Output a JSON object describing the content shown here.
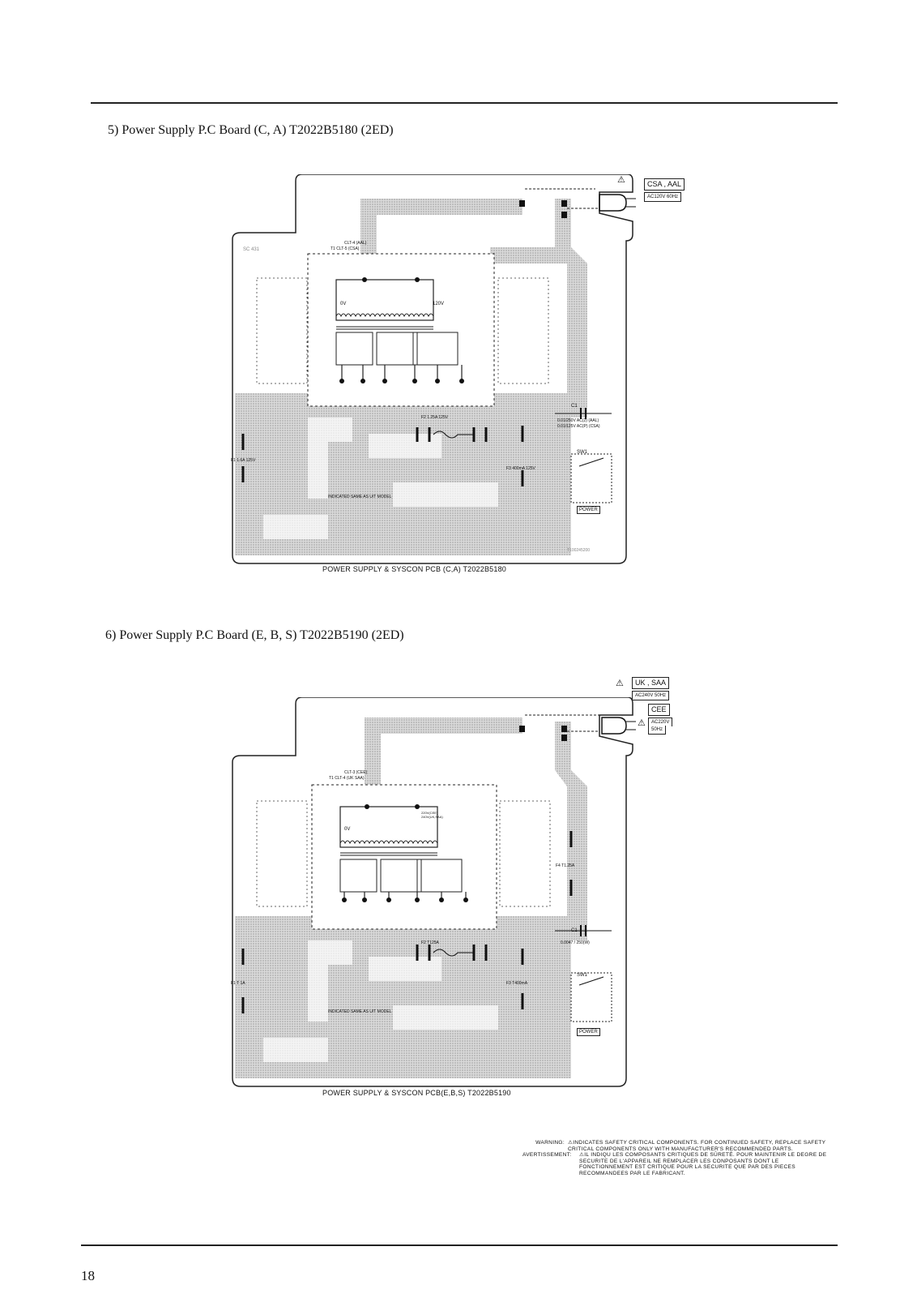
{
  "section5": {
    "heading": "5) Power Supply P.C Board (C, A) T2022B5180 (2ED)",
    "caption": "POWER SUPPLY & SYSCON PCB (C,A)  T2022B5180",
    "plug_label": "CSA , AAL",
    "voltage_label": "AC120V  60Hz",
    "transformer_ref": "CLT-4 (AAL)",
    "transformer_ref2": "T1  CLT-5 (CSA)",
    "winding_left": "0V",
    "winding_right": "120V",
    "fuse_left": "F1  1.6A 125V",
    "fuse_mid": "F2  1.25A  125V",
    "fuse_right": "F3  400mA 125V",
    "cap_ref": "C1",
    "cap_values": "0.01/250V AC(2) (AAL)",
    "cap_values2": "0.01/125V AC(P) (CSA)",
    "switch_ref": "SW1",
    "power_label": "POWER",
    "indicated_note": "INDICATED SAME AS U/T MODEL",
    "board_id": "SC 431",
    "board_num": "T100245200"
  },
  "section6": {
    "heading": "6) Power Supply P.C Board (E, B, S) T2022B5190 (2ED)",
    "caption": "POWER SUPPLY & SYSCON PCB(E,B,S)  T2022B5190",
    "plug_label_uk": "UK , SAA",
    "voltage_label_uk": "AC240V  50Hz",
    "plug_label_cee": "CEE",
    "voltage_label_cee_1": "AC220V",
    "voltage_label_cee_2": "50Hz",
    "transformer_ref": "CLT-3 (CEE)",
    "transformer_ref2": "T1  CLT-4 (UK SAA)",
    "winding_left": "0V",
    "winding_right": "220V(CEE) 240V(UK,SAA)",
    "fuse_left": "F1  T 1A",
    "fuse_mid": "F2  T125A",
    "fuse_right": "F3  T400mA",
    "fuse_f4": "F4  T1.25A",
    "cap_ref": "C1",
    "cap_values": "0.0047 / 250(W)",
    "switch_ref": "SW1",
    "power_label": "POWER",
    "indicated_note": "INDICATED SAME AS U/T MODEL"
  },
  "warning": {
    "warning_key": "WARNING:",
    "warning_text": "⚠INDICATES SAFETY CRITICAL COMPONENTS. FOR CONTINUED SAFETY, REPLACE SAFETY CRITICAL COMPONENTS ONLY WITH MANUFACTURER'S RECOMMENDED PARTS.",
    "avert_key": "AVERTISSEMENT:",
    "avert_text": "⚠IL INDIQU LES COMPOSANTS CRITIQUES DE SÛRETÉ. POUR MAINTENIR LE DEGRE DE SECURITE DE L'APPAREIL NE REMPLACER LES CONPOSANTS DONT LE FONCTIONNEMENT EST CRITIQUE POUR LA SECURITE QUE PAR DES PIECES RECOMMANDEES PAR LE FABRICANT."
  },
  "page_number": "18"
}
